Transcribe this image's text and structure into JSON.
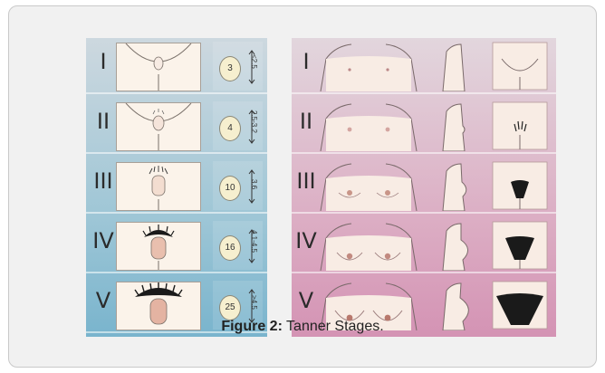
{
  "figure": {
    "caption_label": "Figure 2:",
    "caption_text": "Tanner Stages.",
    "male_stages": [
      {
        "stage": "I",
        "volume": "3",
        "length": "<2.5"
      },
      {
        "stage": "II",
        "volume": "4",
        "length": "2.5-3.2"
      },
      {
        "stage": "III",
        "volume": "10",
        "length": "3.6"
      },
      {
        "stage": "IV",
        "volume": "16",
        "length": "4.1-4.5"
      },
      {
        "stage": "V",
        "volume": "25",
        "length": ">4.5"
      }
    ],
    "female_stages": [
      {
        "stage": "I"
      },
      {
        "stage": "II"
      },
      {
        "stage": "III"
      },
      {
        "stage": "IV"
      },
      {
        "stage": "V"
      }
    ]
  },
  "colors": {
    "male_panel": "#9ec6d6",
    "female_panel": "#dcaec4",
    "skin": "#fbf3ea",
    "hair": "#1a1a1a"
  }
}
